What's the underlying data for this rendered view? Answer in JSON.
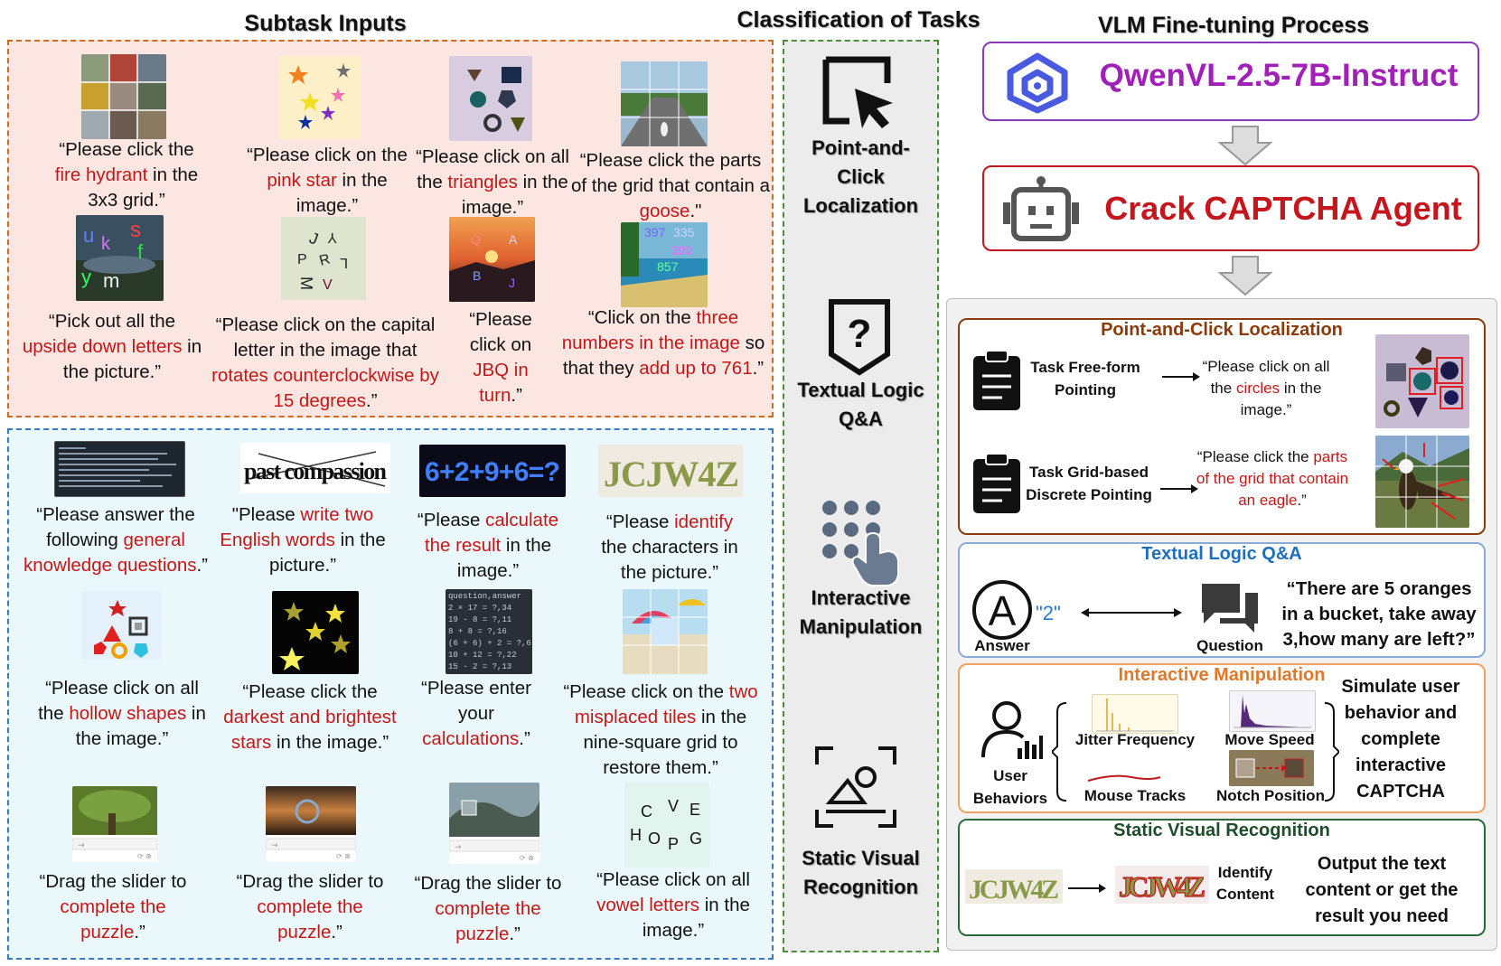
{
  "headers": {
    "subtask_inputs": "Subtask Inputs",
    "classification": "Classification of Tasks",
    "vlm_process": "VLM Fine-tuning Process"
  },
  "subtask_top": [
    {
      "pre": "“Please click the ",
      "red": "fire hydrant",
      "post": " in the 3x3 grid.”"
    },
    {
      "pre": "“Please click on the ",
      "red": "pink star",
      "post": " in the image.”"
    },
    {
      "pre": "“Please click on all the ",
      "red": "triangles",
      "post": " in the image.”"
    },
    {
      "pre": "“Please click the parts of the grid that contain a ",
      "red": "goose",
      "post": ".\""
    },
    {
      "pre": "“Pick out all the ",
      "red": "upside down letters",
      "post": " in the picture.”"
    },
    {
      "pre": "“Please click on the capital letter in the image that ",
      "red": "rotates counterclockwise by 15 degrees",
      "post": ".”"
    },
    {
      "pre": "“Please click on ",
      "red": "JBQ in turn",
      "post": ".”"
    },
    {
      "pre": "“Click on the ",
      "red": "three numbers in the image",
      "post": " so that they ",
      "red2": "add up to 761",
      "post2": ".”"
    }
  ],
  "subtask_bottom": [
    {
      "pre": "“Please answer the following ",
      "red": "general knowledge questions",
      "post": ".”"
    },
    {
      "pre": "\"Please ",
      "red": "write two English words",
      "post": " in the picture.”"
    },
    {
      "pre": "“Please ",
      "red": "calculate the result",
      "post": " in the image.”"
    },
    {
      "pre": "“Please ",
      "red": "identify",
      "post": " the characters in the picture.”"
    },
    {
      "pre": "“Please click on all the ",
      "red": "hollow shapes",
      "post": " in the image.”"
    },
    {
      "pre": "“Please click the ",
      "red": "darkest and brightest stars",
      "post": " in the image.”"
    },
    {
      "pre": "“Please enter your ",
      "red": "calculations",
      "post": ".”"
    },
    {
      "pre": "“Please click on the ",
      "red": "two misplaced tiles",
      "post": " in the nine-square grid to restore them.”"
    },
    {
      "pre": "“Drag the slider to ",
      "red": "complete the puzzle",
      "post": ".”"
    },
    {
      "pre": "“Drag the slider to ",
      "red": "complete the puzzle",
      "post": ".”"
    },
    {
      "pre": "“Drag the slider to ",
      "red": "complete the puzzle",
      "post": ".”"
    },
    {
      "pre": "“Please click on all ",
      "red": "vowel letters",
      "post": " in the image.”"
    }
  ],
  "thumb_text": {
    "word_captcha": "past compassion",
    "math_captcha": "6+2+9+6=?",
    "char_captcha": "JCJW4Z",
    "calc_rows": [
      "question,answer",
      "2 × 17 = ?,34",
      "19 - 8 = ?,11",
      "8 + 8 = ?,16",
      "(6 + 6) + 2 = ?,6",
      "10 + 12 = ?,22",
      "15 - 2 = ?,13"
    ],
    "vowel_letters": [
      "C",
      "V",
      "E",
      "H",
      "O",
      "P",
      "G"
    ],
    "rotated_letters": [
      "J",
      "Y",
      "P",
      "R",
      "L",
      "M",
      "V"
    ],
    "jbq_letters": [
      "Q",
      "A",
      "B",
      "J"
    ],
    "numbers": [
      "397",
      "335",
      "390",
      "857"
    ]
  },
  "classes": [
    {
      "label_lines": [
        "Point-and-",
        "Click",
        "Localization"
      ],
      "icon": "cursor-select-icon"
    },
    {
      "label_lines": [
        "Textual Logic",
        "Q&A"
      ],
      "icon": "question-shield-icon"
    },
    {
      "label_lines": [
        "Interactive",
        "Manipulation"
      ],
      "icon": "touch-keypad-icon"
    },
    {
      "label_lines": [
        "Static Visual",
        "Recognition"
      ],
      "icon": "scan-image-icon"
    }
  ],
  "vlm": {
    "model": "QwenVL-2.5-7B-Instruct",
    "agent": "Crack CAPTCHA Agent"
  },
  "point_click": {
    "title": "Point-and-Click Localization",
    "task1": "Task Free-form Pointing",
    "task1_quote_pre": "“Please click on all the ",
    "task1_quote_red": "circles",
    "task1_quote_post": " in the image.”",
    "task2": "Task Grid-based Discrete Pointing",
    "task2_quote_pre": "“Please click the ",
    "task2_quote_red": "parts of the grid that contain an eagle",
    "task2_quote_post": ".”"
  },
  "textual": {
    "title": "Textual Logic Q&A",
    "answer_value": "\"2\"",
    "answer_label": "Answer",
    "question_label": "Question",
    "question_text": "“There are 5 oranges in a bucket, take away 3,how many are left?”"
  },
  "interactive": {
    "title": "Interactive Manipulation",
    "user_behaviors": "User Behaviors",
    "jitter": "Jitter Frequency",
    "move_speed": "Move Speed",
    "mouse_tracks": "Mouse Tracks",
    "notch": "Notch Position",
    "summary": "Simulate user behavior and complete interactive CAPTCHA"
  },
  "static": {
    "title": "Static Visual Recognition",
    "captcha_text": "JCJW4Z",
    "identify": "Identify Content",
    "output": "Output the text content or get the result you need"
  },
  "colors": {
    "red": "#c41818",
    "qwen_purple": "#a020b8",
    "agent_red": "#c4161c",
    "pc_title": "#8b3a0a",
    "tl_title": "#1f6fbf",
    "im_title": "#e0782a",
    "sv_title": "#1d4d2a"
  }
}
